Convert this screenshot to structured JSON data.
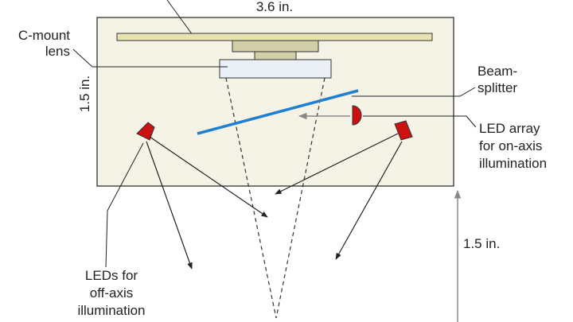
{
  "labels": {
    "width_dim": "3.6 in.",
    "height_dim": "1.5 in.",
    "lens_line1": "C-mount",
    "lens_line2": "lens",
    "beamsplitter_line1": "Beam-",
    "beamsplitter_line2": "splitter",
    "led_array_line1": "LED array",
    "led_array_line2": "for on-axis",
    "led_array_line3": "illumination",
    "standoff_dim": "1.5 in.",
    "off_axis_line1": "LEDs for",
    "off_axis_line2": "off-axis",
    "off_axis_line3": "illumination"
  },
  "colors": {
    "housing_fill": "#f5f3e6",
    "outline": "#333333",
    "plate_fill": "#e8e4b0",
    "lens_mount_fill": "#d2cfa8",
    "lens_fill": "#eaf0f6",
    "beamsplitter": "#1f7fd0",
    "led_red": "#cc1111",
    "arrow_gray": "#888888",
    "leader": "#222222"
  }
}
